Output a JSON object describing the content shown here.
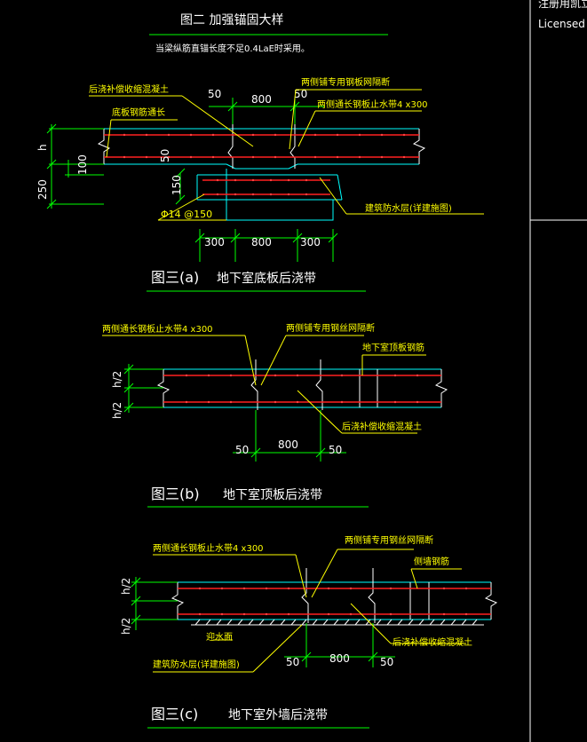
{
  "right_panel": {
    "line1": "注册用凯立",
    "line2": "Licensed"
  },
  "detail_top": {
    "title": "图二  加强锚固大样",
    "note": "当梁纵筋直锚长度不足0.4LaE时采用。",
    "label_houjiao": "后浇补偿收缩混凝土",
    "label_dijin": "底板钢筋通长",
    "label_mesh": "两侧铺专用钢板网隔断",
    "label_steel_plate": "两侧通长钢板止水带4 x300",
    "label_waterproof": "建筑防水层(详建施图)",
    "dim_50_left": "50",
    "dim_800": "800",
    "dim_50_right": "50",
    "dim_h": "h",
    "dim_100": "100",
    "dim_250": "250",
    "dim_50_mid": "50",
    "dim_150": "150",
    "rebar": "Φ14 @150",
    "dim_300_left": "300",
    "dim_800_bottom": "800",
    "dim_300_right": "300",
    "caption_num": "图三(a)",
    "caption_text": "地下室底板后浇带"
  },
  "detail_b": {
    "label_steel_plate": "两侧通长钢板止水带4 x300",
    "label_mesh": "两侧铺专用钢丝网隔断",
    "label_roof_rebar": "地下室顶板钢筋",
    "label_houjiao": "后浇补偿收缩混凝土",
    "dim_h2_top": "h/2",
    "dim_h2_bottom": "h/2",
    "dim_50_left": "50",
    "dim_800": "800",
    "dim_50_right": "50",
    "caption_num": "图三(b)",
    "caption_text": "地下室顶板后浇带"
  },
  "detail_c": {
    "label_steel_plate": "两侧通长钢板止水带4 x300",
    "label_mesh": "两侧铺专用钢丝网隔断",
    "label_wall_rebar": "侧墙钢筋",
    "label_inner": "迎水面",
    "label_waterproof": "建筑防水层(详建施图)",
    "label_houjiao": "后浇补偿收缩混凝土",
    "dim_h2_top": "h/2",
    "dim_h2_bottom": "h/2",
    "dim_50_left": "50",
    "dim_800": "800",
    "dim_50_right": "50",
    "caption_num": "图三(c)",
    "caption_text": "地下室外墙后浇带"
  },
  "colors": {
    "background": "#000000",
    "concrete": "#00ffff",
    "rebar": "#ff2020",
    "dimension": "#00ff00",
    "leader": "#ffff00",
    "text": "#ffffff",
    "annotation": "#ffff00"
  }
}
